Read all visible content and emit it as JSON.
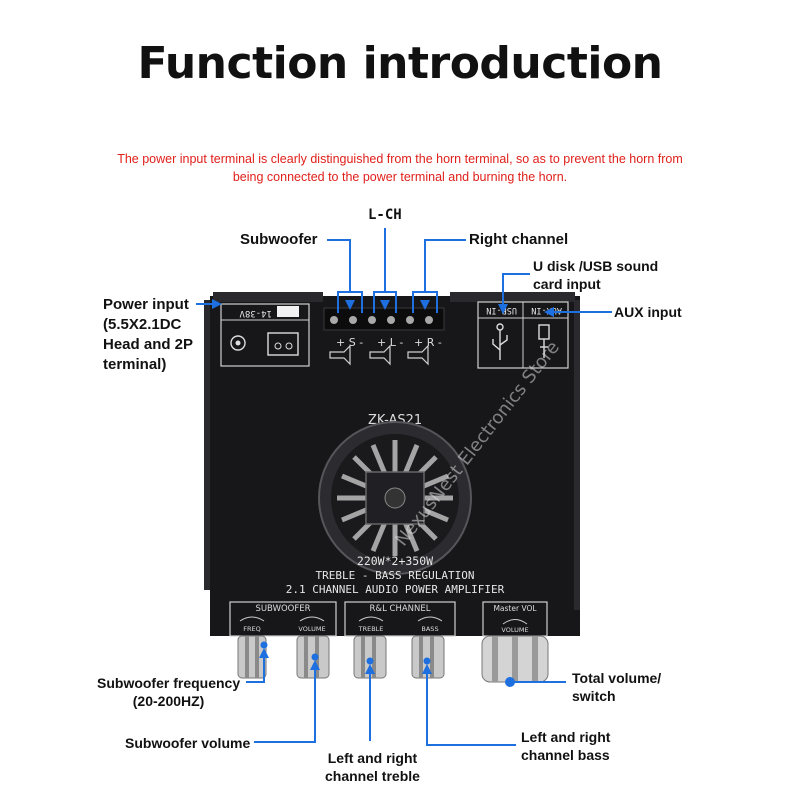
{
  "title": "Function introduction",
  "warning": {
    "line1": "The power input terminal is clearly distinguished from the horn terminal, so as to prevent the horn from",
    "line2": "being connected to the power terminal and burning the horn."
  },
  "labels": {
    "lch": "L-CH",
    "subwoofer": "Subwoofer",
    "right_channel": "Right channel",
    "usb_line1": "U disk /USB sound",
    "usb_line2": "card input",
    "aux": "AUX input",
    "power_line1": "Power input",
    "power_line2": "(5.5X2.1DC",
    "power_line3": "Head and 2P",
    "power_line4": "terminal)",
    "sub_freq_line1": "Subwoofer frequency",
    "sub_freq_line2": "(20-200HZ)",
    "total_vol_line1": "Total volume/",
    "total_vol_line2": "switch",
    "sub_volume": "Subwoofer volume",
    "treble_line1": "Left and right",
    "treble_line2": "channel treble",
    "bass_line1": "Left and right",
    "bass_line2": "channel bass"
  },
  "board": {
    "model": "ZK-AS21",
    "voltage": "14-38V",
    "power_rating": "220W*2+350W",
    "tagline1": "TREBLE - BASS REGULATION",
    "tagline2": "2.1 CHANNEL AUDIO POWER AMPLIFIER",
    "section_subwoofer": "SUBWOOFER",
    "section_rl": "R&L CHANNEL",
    "section_master": "Master VOL",
    "knob_freq": "FREQ",
    "knob_volume": "VOLUME",
    "knob_treble": "TREBLE",
    "knob_bass": "BASS",
    "knob_master": "VOLUME",
    "usb_port": "USB-IN",
    "aux_port": "AUX-IN",
    "watermark": "NexusNest Electronics Store"
  },
  "colors": {
    "accent": "#1e6fe0",
    "warning": "#e0201b",
    "board": "#17171a"
  }
}
